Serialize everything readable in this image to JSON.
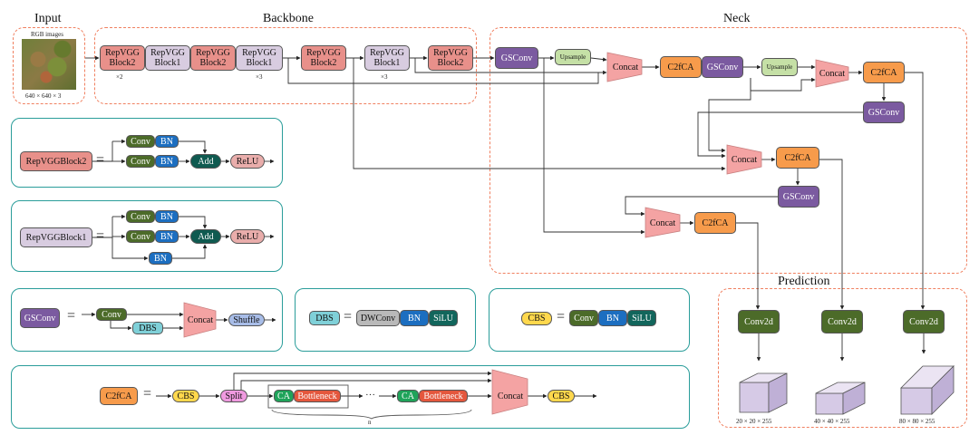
{
  "sections": {
    "input": "Input",
    "backbone": "Backbone",
    "neck": "Neck",
    "prediction": "Prediction"
  },
  "input": {
    "caption": "RGB images",
    "size": "640 × 640 × 3"
  },
  "labels": {
    "repvgg_block2": "RepVGG Block2",
    "repvgg_block1": "RepVGG Block1",
    "repvggblock2": "RepVGGBlock2",
    "repvggblock1": "RepVGGBlock1",
    "gsconv": "GSConv",
    "upsample": "Upsample",
    "concat": "Concat",
    "c2fca": "C2fCA",
    "conv": "Conv",
    "bn": "BN",
    "add": "Add",
    "relu": "ReLU",
    "dbs": "DBS",
    "dwconv": "DWConv",
    "silu": "SiLU",
    "cbs": "CBS",
    "split": "Split",
    "ca": "CA",
    "bottleneck": "Bottleneck",
    "shuffle": "Shuffle",
    "conv2d": "Conv2d",
    "dots": "···",
    "eq": "=",
    "n": "n"
  },
  "multipliers": {
    "x2": "×2",
    "x3a": "×3",
    "x3b": "×3"
  },
  "outputs": [
    "20 × 20 × 255",
    "40 × 40 × 255",
    "80 × 80 × 255"
  ],
  "colors": {
    "repvgg2": "#e8908a",
    "repvgg1": "#d8cce0",
    "gsconv": "#7b5aa0",
    "c2fca": "#f79b4b",
    "concat": "#f4a3a3",
    "panel_border": "#2a9d9a",
    "dash_border": "#f08060"
  }
}
